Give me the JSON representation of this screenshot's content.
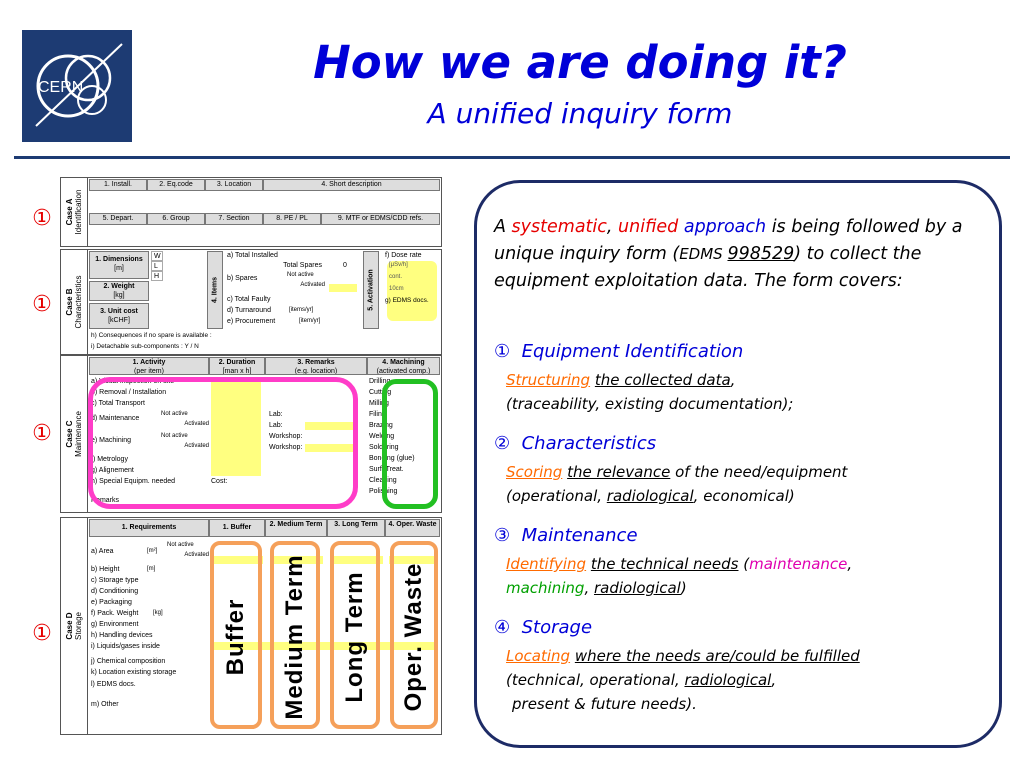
{
  "header": {
    "logo_text": "CERN",
    "title": "How we are doing it?",
    "subtitle": "A unified inquiry form"
  },
  "markers": [
    "①",
    "①",
    "①",
    "①"
  ],
  "form": {
    "case_a": {
      "label": "Case A",
      "sublabel": "Identification",
      "row1": [
        "1. Install.",
        "2. Eq.code",
        "3. Location",
        "4. Short description"
      ],
      "row2": [
        "5. Depart.",
        "6. Group",
        "7. Section",
        "8. PE / PL",
        "9. MTF or EDMS/CDD refs."
      ]
    },
    "case_b": {
      "label": "Case B",
      "sublabel": "Characteristics",
      "dimensions": "1. Dimensions",
      "dimensions_unit": "[m]",
      "weight": "2. Weight",
      "weight_unit": "[kg]",
      "unit_cost": "3. Unit cost",
      "unit_cost_unit": "[kCHF]",
      "whl": [
        "W",
        "L",
        "H"
      ],
      "items_label": "4. Items",
      "items": [
        "a) Total Installed",
        "b) Spares",
        "c) Total Faulty",
        "d) Turnaround",
        "e) Procurement"
      ],
      "total_spares": "Total Spares",
      "total_spares_value": "0",
      "not_active": "Not active",
      "activated": "Activated",
      "turnaround_unit": "[items/yr]",
      "procurement_unit": "[item/yr]",
      "activation_label": "5. Activation",
      "dose_rate": "f) Dose rate",
      "dose_unit": "[μSv/h]",
      "dose_cont": "cont.",
      "dose_dist": "10cm",
      "edms_docs": "g) EDMS docs.",
      "consequences": "h) Consequences if no spare is available :",
      "detachable": "i) Detachable sub-components : Y / N"
    },
    "case_c": {
      "label": "Case C",
      "sublabel": "Maintenance",
      "headers": [
        {
          "title": "1. Activity",
          "sub": "(per item)"
        },
        {
          "title": "2. Duration",
          "sub": "[man x h]"
        },
        {
          "title": "3. Remarks",
          "sub": "(e.g. location)"
        },
        {
          "title": "4. Machining",
          "sub": "(activated comp.)"
        }
      ],
      "activities": [
        "a) Visual inspection on site",
        "b) Removal / Installation",
        "c) Total Transport",
        "d) Maintenance",
        "e) Machining",
        "f) Metrology",
        "g) Alignement",
        "h) Special Equipm. needed",
        "Remarks"
      ],
      "not_active": "Not active",
      "activated": "Activated",
      "lab": "Lab:",
      "workshop": "Workshop:",
      "cost": "Cost:",
      "machining": [
        "Drilling",
        "Cutting",
        "Milling",
        "Filing",
        "Brazing",
        "Welding",
        "Soldering",
        "Bonding (glue)",
        "Surf. Treat.",
        "Cleaning",
        "Polishing"
      ]
    },
    "case_d": {
      "label": "Case D",
      "sublabel": "Storage",
      "headers": [
        "1. Requirements",
        "1. Buffer",
        "2. Medium Term",
        "3. Long Term",
        "4. Oper. Waste"
      ],
      "rows": [
        "a) Area",
        "b) Height",
        "c) Storage type",
        "d) Conditioning",
        "e) Packaging",
        "f) Pack. Weight",
        "g) Environment",
        "h) Handling devices",
        "i) Liquids/gases inside",
        "j) Chemical composition",
        "k) Location existing storage",
        "l) EDMS docs.",
        "m) Other"
      ],
      "area_unit": "[m²]",
      "height_unit": "[m]",
      "weight_unit": "[kg]",
      "not_active": "Not active",
      "activated": "Activated",
      "overlays": [
        "Buffer",
        "Medium Term",
        "Long Term",
        "Oper. Waste"
      ]
    }
  },
  "description": {
    "intro": {
      "a": "A ",
      "systematic": "systematic",
      "comma1": ", ",
      "unified": "unified",
      "approach": "approach",
      "rest1": " is being followed by a unique inquiry form (",
      "edms": "EDMS ",
      "edms_num": "998529",
      "rest2": ") to collect the equipment exploitation data. The form covers:"
    },
    "items": [
      {
        "num": "①",
        "title": "Equipment Identification",
        "verb": "Structuring",
        "line1_rest": "the collected data",
        "line1_tail": ",",
        "line2": "(traceability, existing documentation);"
      },
      {
        "num": "②",
        "title": "Characteristics",
        "verb": "Scoring",
        "line1_rest": "the relevance",
        "line1_tail": "of the need/equipment",
        "line2a": "(operational, ",
        "line2_u": "radiological",
        "line2b": ", economical)"
      },
      {
        "num": "③",
        "title": "Maintenance",
        "verb": "Identifying",
        "line1_rest": "the technical needs",
        "line1_paren": "(",
        "maintenance": "maintenance",
        "comma": ",",
        "machining": "machining",
        "comma2": ", ",
        "radiological": "radiological",
        "close": ")"
      },
      {
        "num": "④",
        "title": "Storage",
        "verb": "Locating",
        "line1_rest": "where the needs are/could be fulfilled",
        "line2a": "(technical, operational, ",
        "line2_u": "radiological",
        "line2b": ",",
        "line3": "present & future needs)."
      }
    ]
  }
}
